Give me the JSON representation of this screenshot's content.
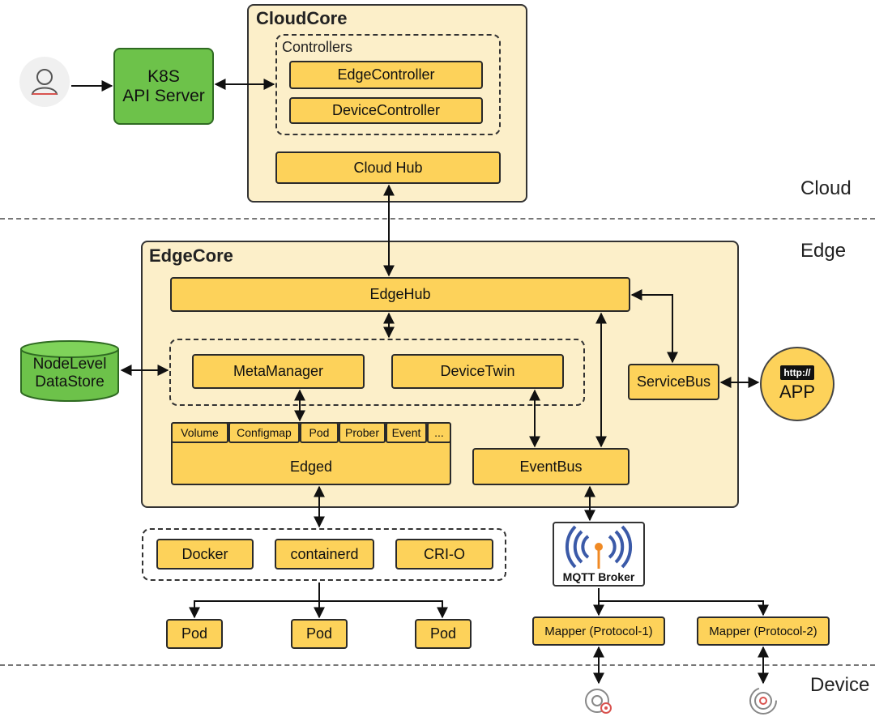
{
  "zones": {
    "cloud": "Cloud",
    "edge": "Edge",
    "device": "Device"
  },
  "cloudcore": {
    "title": "CloudCore",
    "controllers_label": "Controllers",
    "edge_controller": "EdgeController",
    "device_controller": "DeviceController",
    "cloud_hub": "Cloud Hub"
  },
  "k8s": {
    "line1": "K8S",
    "line2": "API Server"
  },
  "edgecore": {
    "title": "EdgeCore",
    "edge_hub": "EdgeHub",
    "meta_manager": "MetaManager",
    "device_twin": "DeviceTwin",
    "service_bus": "ServiceBus",
    "event_bus": "EventBus",
    "edged": "Edged",
    "edged_tabs": [
      "Volume",
      "Configmap",
      "Pod",
      "Prober",
      "Event",
      "..."
    ]
  },
  "datastore": {
    "line1": "NodeLevel",
    "line2": "DataStore"
  },
  "app": {
    "badge": "http://",
    "label": "APP"
  },
  "runtimes": [
    "Docker",
    "containerd",
    "CRI-O"
  ],
  "pods": [
    "Pod",
    "Pod",
    "Pod"
  ],
  "mqtt": {
    "label": "MQTT Broker"
  },
  "mappers": [
    "Mapper (Protocol-1)",
    "Mapper (Protocol-2)"
  ],
  "colors": {
    "panel_fill": "#fcefc9",
    "box_fill": "#fdd25a",
    "green": "#6dc24a",
    "mqtt_blue": "#3b5aa8",
    "mqtt_orange": "#f08a24"
  }
}
